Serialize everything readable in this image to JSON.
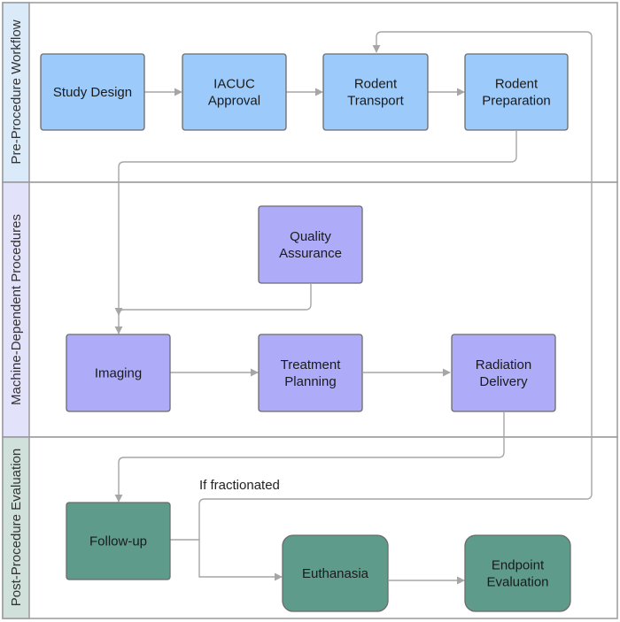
{
  "lanes": [
    {
      "title": "Pre-Procedure Workflow",
      "header_fill": "#dbeaf9"
    },
    {
      "title": "Machine-Dependent Procedures",
      "header_fill": "#e3e2fb"
    },
    {
      "title": "Post-Procedure Evaluation",
      "header_fill": "#cfe1da"
    }
  ],
  "nodes": {
    "study_design": {
      "lines": [
        "Study Design"
      ],
      "fill": "#9ccbfb"
    },
    "iacuc": {
      "lines": [
        "IACUC",
        "Approval"
      ],
      "fill": "#9ccbfb"
    },
    "transport": {
      "lines": [
        "Rodent",
        "Transport"
      ],
      "fill": "#9ccbfb"
    },
    "preparation": {
      "lines": [
        "Rodent",
        "Preparation"
      ],
      "fill": "#9ccbfb"
    },
    "qa": {
      "lines": [
        "Quality",
        "Assurance"
      ],
      "fill": "#aeacf8"
    },
    "imaging": {
      "lines": [
        "Imaging"
      ],
      "fill": "#aeacf8"
    },
    "planning": {
      "lines": [
        "Treatment",
        "Planning"
      ],
      "fill": "#aeacf8"
    },
    "delivery": {
      "lines": [
        "Radiation",
        "Delivery"
      ],
      "fill": "#aeacf8"
    },
    "followup": {
      "lines": [
        "Follow-up"
      ],
      "fill": "#5f9b8b"
    },
    "euthanasia": {
      "lines": [
        "Euthanasia"
      ],
      "fill": "#5f9b8b"
    },
    "endpoint": {
      "lines": [
        "Endpoint",
        "Evaluation"
      ],
      "fill": "#5f9b8b"
    }
  },
  "edge_label": "If fractionated",
  "colors": {
    "connector": "#a6a6a6",
    "border": "#9a9a9a"
  }
}
